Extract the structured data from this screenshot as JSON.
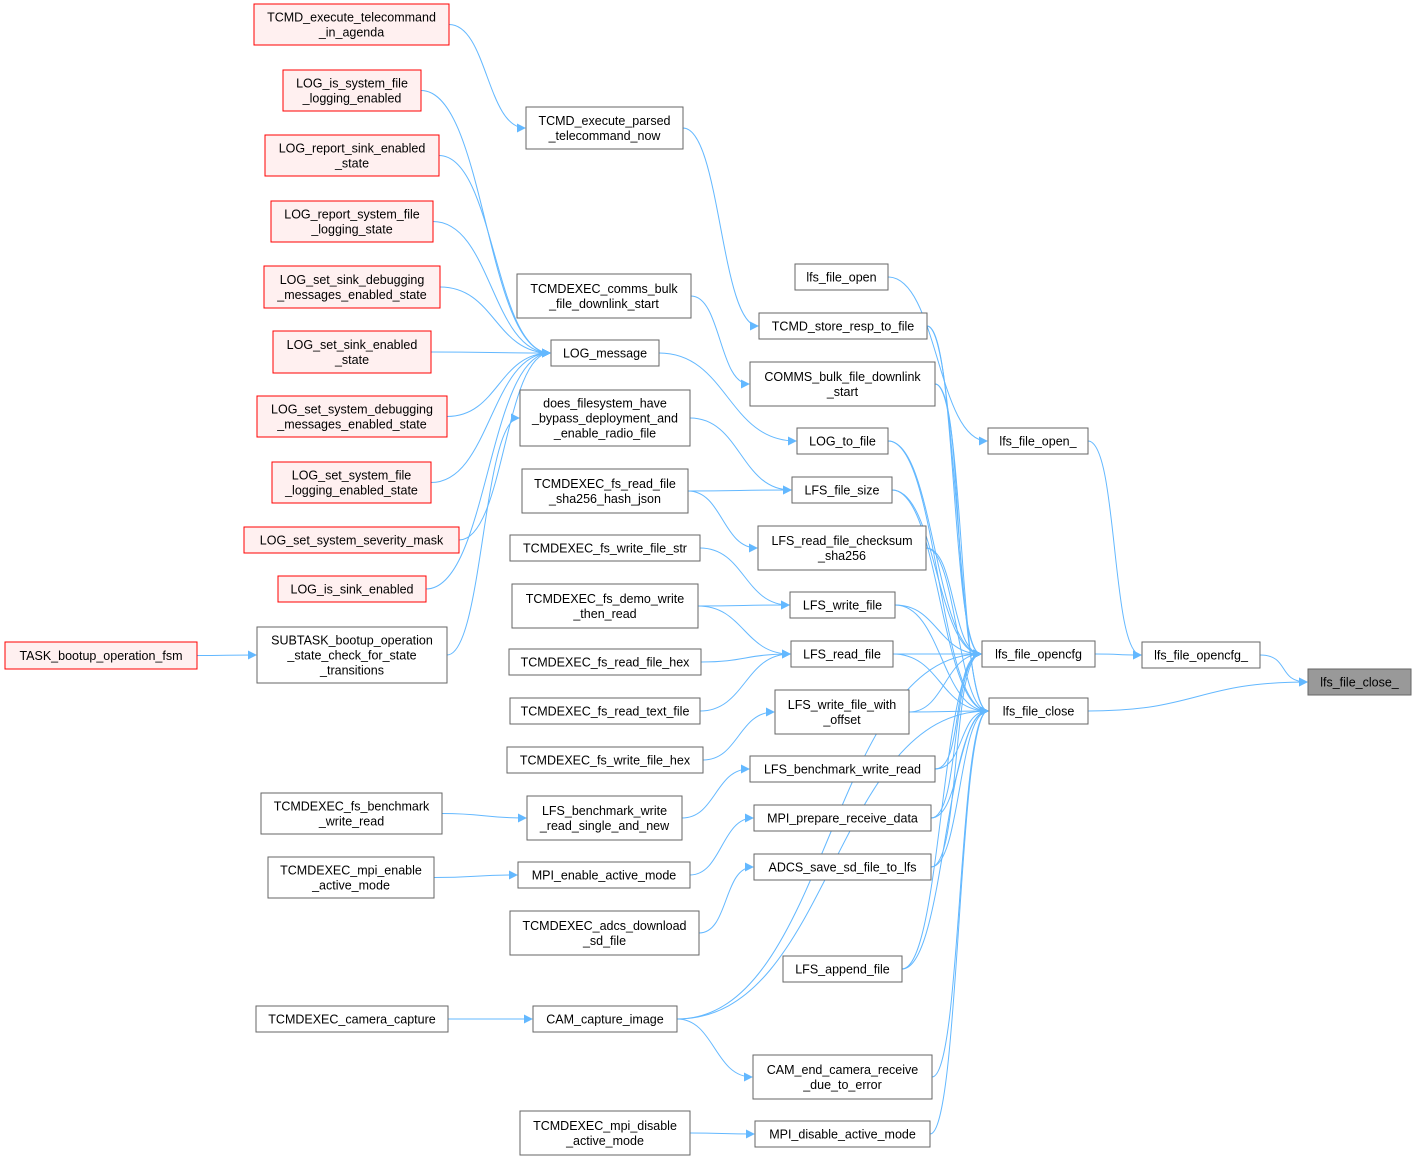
{
  "colors": {
    "edge": "#63b8ff",
    "node_fill": "#ffffff",
    "node_stroke": "#666666",
    "red_fill": "#fff0f0",
    "red_stroke": "#ff0000",
    "focus_fill": "#999999",
    "focus_stroke": "#666666"
  },
  "nodes": {
    "lfs_file_close_": {
      "lines": [
        "lfs_file_close_"
      ],
      "style": "focus"
    },
    "lfs_file_opencfg_": {
      "lines": [
        "lfs_file_opencfg_"
      ],
      "style": "normal"
    },
    "lfs_file_close": {
      "lines": [
        "lfs_file_close"
      ],
      "style": "normal"
    },
    "lfs_file_open_": {
      "lines": [
        "lfs_file_open_"
      ],
      "style": "normal"
    },
    "lfs_file_opencfg": {
      "lines": [
        "lfs_file_opencfg"
      ],
      "style": "normal"
    },
    "lfs_file_open": {
      "lines": [
        "lfs_file_open"
      ],
      "style": "normal"
    },
    "tcmd_store": {
      "lines": [
        "TCMD_store_resp_to_file"
      ],
      "style": "normal"
    },
    "comms_bulk": {
      "lines": [
        "COMMS_bulk_file_downlink",
        "_start"
      ],
      "style": "normal"
    },
    "log_to_file": {
      "lines": [
        "LOG_to_file"
      ],
      "style": "normal"
    },
    "lfs_file_size": {
      "lines": [
        "LFS_file_size"
      ],
      "style": "normal"
    },
    "lfs_read_checksum": {
      "lines": [
        "LFS_read_file_checksum",
        "_sha256"
      ],
      "style": "normal"
    },
    "lfs_write_file": {
      "lines": [
        "LFS_write_file"
      ],
      "style": "normal"
    },
    "lfs_read_file": {
      "lines": [
        "LFS_read_file"
      ],
      "style": "normal"
    },
    "lfs_write_offset": {
      "lines": [
        "LFS_write_file_with",
        "_offset"
      ],
      "style": "normal"
    },
    "lfs_bench": {
      "lines": [
        "LFS_benchmark_write_read"
      ],
      "style": "normal"
    },
    "mpi_prepare": {
      "lines": [
        "MPI_prepare_receive_data"
      ],
      "style": "normal"
    },
    "adcs_save": {
      "lines": [
        "ADCS_save_sd_file_to_lfs"
      ],
      "style": "normal"
    },
    "lfs_append": {
      "lines": [
        "LFS_append_file"
      ],
      "style": "normal"
    },
    "cam_end": {
      "lines": [
        "CAM_end_camera_receive",
        "_due_to_error"
      ],
      "style": "normal"
    },
    "mpi_disable": {
      "lines": [
        "MPI_disable_active_mode"
      ],
      "style": "normal"
    },
    "tcmd_exec_parsed": {
      "lines": [
        "TCMD_execute_parsed",
        "_telecommand_now"
      ],
      "style": "normal"
    },
    "tcmdexec_comms_bulk": {
      "lines": [
        "TCMDEXEC_comms_bulk",
        "_file_downlink_start"
      ],
      "style": "normal"
    },
    "log_message": {
      "lines": [
        "LOG_message"
      ],
      "style": "normal"
    },
    "does_fs": {
      "lines": [
        "does_filesystem_have",
        "_bypass_deployment_and",
        "_enable_radio_file"
      ],
      "style": "normal"
    },
    "tcmdexec_sha": {
      "lines": [
        "TCMDEXEC_fs_read_file",
        "_sha256_hash_json"
      ],
      "style": "normal"
    },
    "tcmdexec_write_str": {
      "lines": [
        "TCMDEXEC_fs_write_file_str"
      ],
      "style": "normal"
    },
    "tcmdexec_demo": {
      "lines": [
        "TCMDEXEC_fs_demo_write",
        "_then_read"
      ],
      "style": "normal"
    },
    "tcmdexec_read_hex": {
      "lines": [
        "TCMDEXEC_fs_read_file_hex"
      ],
      "style": "normal"
    },
    "tcmdexec_read_text": {
      "lines": [
        "TCMDEXEC_fs_read_text_file"
      ],
      "style": "normal"
    },
    "tcmdexec_write_hex": {
      "lines": [
        "TCMDEXEC_fs_write_file_hex"
      ],
      "style": "normal"
    },
    "lfs_bench_single": {
      "lines": [
        "LFS_benchmark_write",
        "_read_single_and_new"
      ],
      "style": "normal"
    },
    "mpi_enable": {
      "lines": [
        "MPI_enable_active_mode"
      ],
      "style": "normal"
    },
    "tcmdexec_adcs": {
      "lines": [
        "TCMDEXEC_adcs_download",
        "_sd_file"
      ],
      "style": "normal"
    },
    "cam_capture": {
      "lines": [
        "CAM_capture_image"
      ],
      "style": "normal"
    },
    "tcmdexec_mpi_disable": {
      "lines": [
        "TCMDEXEC_mpi_disable",
        "_active_mode"
      ],
      "style": "normal"
    },
    "subtask_bootup": {
      "lines": [
        "SUBTASK_bootup_operation",
        "_state_check_for_state",
        "_transitions"
      ],
      "style": "normal"
    },
    "tcmdexec_bench": {
      "lines": [
        "TCMDEXEC_fs_benchmark",
        "_write_read"
      ],
      "style": "normal"
    },
    "tcmdexec_mpi_enable": {
      "lines": [
        "TCMDEXEC_mpi_enable",
        "_active_mode"
      ],
      "style": "normal"
    },
    "tcmdexec_camera": {
      "lines": [
        "TCMDEXEC_camera_capture"
      ],
      "style": "normal"
    },
    "tcmd_exec_agenda": {
      "lines": [
        "TCMD_execute_telecommand",
        "_in_agenda"
      ],
      "style": "red"
    },
    "log_is_system_file": {
      "lines": [
        "LOG_is_system_file",
        "_logging_enabled"
      ],
      "style": "red"
    },
    "log_report_sink": {
      "lines": [
        "LOG_report_sink_enabled",
        "_state"
      ],
      "style": "red"
    },
    "log_report_system": {
      "lines": [
        "LOG_report_system_file",
        "_logging_state"
      ],
      "style": "red"
    },
    "log_set_sink_debug": {
      "lines": [
        "LOG_set_sink_debugging",
        "_messages_enabled_state"
      ],
      "style": "red"
    },
    "log_set_sink_enabled": {
      "lines": [
        "LOG_set_sink_enabled",
        "_state"
      ],
      "style": "red"
    },
    "log_set_system_debug": {
      "lines": [
        "LOG_set_system_debugging",
        "_messages_enabled_state"
      ],
      "style": "red"
    },
    "log_set_system_file": {
      "lines": [
        "LOG_set_system_file",
        "_logging_enabled_state"
      ],
      "style": "red"
    },
    "log_set_severity": {
      "lines": [
        "LOG_set_system_severity_mask"
      ],
      "style": "red"
    },
    "log_is_sink": {
      "lines": [
        "LOG_is_sink_enabled"
      ],
      "style": "red"
    },
    "task_bootup": {
      "lines": [
        "TASK_bootup_operation_fsm"
      ],
      "style": "red"
    }
  },
  "edges": [
    [
      "lfs_file_opencfg_",
      "lfs_file_close_"
    ],
    [
      "lfs_file_close",
      "lfs_file_close_"
    ],
    [
      "lfs_file_open_",
      "lfs_file_opencfg_"
    ],
    [
      "lfs_file_opencfg",
      "lfs_file_opencfg_"
    ],
    [
      "lfs_file_open",
      "lfs_file_open_"
    ],
    [
      "tcmd_store",
      "lfs_file_opencfg"
    ],
    [
      "comms_bulk",
      "lfs_file_opencfg"
    ],
    [
      "log_to_file",
      "lfs_file_opencfg"
    ],
    [
      "lfs_file_size",
      "lfs_file_opencfg"
    ],
    [
      "lfs_read_checksum",
      "lfs_file_opencfg"
    ],
    [
      "lfs_write_file",
      "lfs_file_opencfg"
    ],
    [
      "lfs_read_file",
      "lfs_file_opencfg"
    ],
    [
      "lfs_write_offset",
      "lfs_file_opencfg"
    ],
    [
      "lfs_bench",
      "lfs_file_opencfg"
    ],
    [
      "mpi_prepare",
      "lfs_file_opencfg"
    ],
    [
      "adcs_save",
      "lfs_file_opencfg"
    ],
    [
      "lfs_append",
      "lfs_file_opencfg"
    ],
    [
      "cam_capture",
      "lfs_file_opencfg"
    ],
    [
      "tcmd_store",
      "lfs_file_close"
    ],
    [
      "comms_bulk",
      "lfs_file_close"
    ],
    [
      "log_to_file",
      "lfs_file_close"
    ],
    [
      "lfs_file_size",
      "lfs_file_close"
    ],
    [
      "lfs_read_checksum",
      "lfs_file_close"
    ],
    [
      "lfs_write_file",
      "lfs_file_close"
    ],
    [
      "lfs_read_file",
      "lfs_file_close"
    ],
    [
      "lfs_write_offset",
      "lfs_file_close"
    ],
    [
      "lfs_bench",
      "lfs_file_close"
    ],
    [
      "mpi_prepare",
      "lfs_file_close"
    ],
    [
      "adcs_save",
      "lfs_file_close"
    ],
    [
      "lfs_append",
      "lfs_file_close"
    ],
    [
      "cam_capture",
      "lfs_file_close"
    ],
    [
      "cam_end",
      "lfs_file_close"
    ],
    [
      "mpi_disable",
      "lfs_file_close"
    ],
    [
      "tcmd_exec_parsed",
      "tcmd_store"
    ],
    [
      "tcmdexec_comms_bulk",
      "comms_bulk"
    ],
    [
      "log_message",
      "log_to_file"
    ],
    [
      "does_fs",
      "lfs_file_size"
    ],
    [
      "tcmdexec_sha",
      "lfs_file_size"
    ],
    [
      "tcmdexec_sha",
      "lfs_read_checksum"
    ],
    [
      "tcmdexec_write_str",
      "lfs_write_file"
    ],
    [
      "tcmdexec_demo",
      "lfs_write_file"
    ],
    [
      "tcmdexec_demo",
      "lfs_read_file"
    ],
    [
      "tcmdexec_read_hex",
      "lfs_read_file"
    ],
    [
      "tcmdexec_read_text",
      "lfs_read_file"
    ],
    [
      "tcmdexec_write_hex",
      "lfs_write_offset"
    ],
    [
      "lfs_bench_single",
      "lfs_bench"
    ],
    [
      "mpi_enable",
      "mpi_prepare"
    ],
    [
      "tcmdexec_adcs",
      "adcs_save"
    ],
    [
      "cam_capture",
      "cam_end"
    ],
    [
      "tcmdexec_mpi_disable",
      "mpi_disable"
    ],
    [
      "tcmd_exec_agenda",
      "tcmd_exec_parsed"
    ],
    [
      "log_is_system_file",
      "log_message"
    ],
    [
      "log_report_sink",
      "log_message"
    ],
    [
      "log_report_system",
      "log_message"
    ],
    [
      "log_set_sink_debug",
      "log_message"
    ],
    [
      "log_set_sink_enabled",
      "log_message"
    ],
    [
      "log_set_system_debug",
      "log_message"
    ],
    [
      "log_set_system_file",
      "log_message"
    ],
    [
      "log_set_severity",
      "log_message"
    ],
    [
      "log_is_sink",
      "log_message"
    ],
    [
      "subtask_bootup",
      "does_fs"
    ],
    [
      "task_bootup",
      "subtask_bootup"
    ],
    [
      "tcmdexec_bench",
      "lfs_bench_single"
    ],
    [
      "tcmdexec_mpi_enable",
      "mpi_enable"
    ],
    [
      "tcmdexec_camera",
      "cam_capture"
    ]
  ]
}
